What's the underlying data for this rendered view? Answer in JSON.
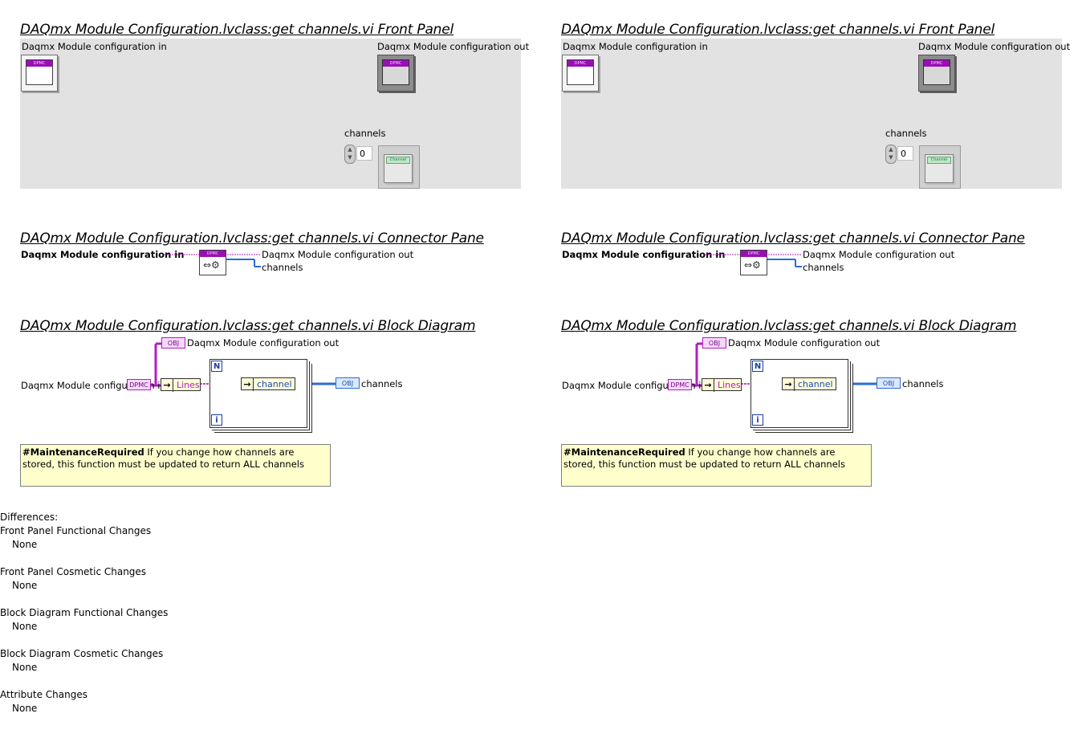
{
  "panels": [
    {
      "id": "left",
      "front_panel": {
        "title": "DAQmx Module Configuration.lvclass:get channels.vi Front Panel",
        "input_label": "Daqmx Module configuration in",
        "output_label": "Daqmx Module configuration out",
        "channels_label": "channels",
        "class_tag": "DPMC",
        "array_index": "0",
        "array_element_tag": "Channel"
      },
      "connector_pane": {
        "title": "DAQmx Module Configuration.lvclass:get channels.vi Connector Pane",
        "input_label": "Daqmx Module configuration in",
        "output_label": "Daqmx Module configuration out",
        "channels_label": "channels",
        "icon_tag": "DPMC"
      },
      "block_diagram": {
        "title": "DAQmx Module Configuration.lvclass:get channels.vi Block Diagram",
        "input_label": "Daqmx Module configuration in",
        "output_label": "Daqmx Module configuration out",
        "channels_label": "channels",
        "obj_tag": "OBJ",
        "in_tag": "DPMC",
        "unbundle_field": "Lines",
        "inner_field": "channel",
        "loop_n": "N",
        "loop_i": "i",
        "note_bold": "#MaintenanceRequired",
        "note_text": " If you change how channels are stored, this function must be updated to return ALL channels"
      }
    },
    {
      "id": "right",
      "front_panel": {
        "title": "DAQmx Module Configuration.lvclass:get channels.vi Front Panel",
        "input_label": "Daqmx Module configuration in",
        "output_label": "Daqmx Module configuration out",
        "channels_label": "channels",
        "class_tag": "DPMC",
        "array_index": "0",
        "array_element_tag": "Channel"
      },
      "connector_pane": {
        "title": "DAQmx Module Configuration.lvclass:get channels.vi Connector Pane",
        "input_label": "Daqmx Module configuration in",
        "output_label": "Daqmx Module configuration out",
        "channels_label": "channels",
        "icon_tag": "DPMC"
      },
      "block_diagram": {
        "title": "DAQmx Module Configuration.lvclass:get channels.vi Block Diagram",
        "input_label": "Daqmx Module configuration in",
        "output_label": "Daqmx Module configuration out",
        "channels_label": "channels",
        "obj_tag": "OBJ",
        "in_tag": "DPMC",
        "unbundle_field": "Lines",
        "inner_field": "channel",
        "loop_n": "N",
        "loop_i": "i",
        "note_bold": "#MaintenanceRequired",
        "note_text": " If you change how channels are stored, this function must be updated to return ALL channels"
      }
    }
  ],
  "differences": {
    "title": "Differences:",
    "items": [
      {
        "heading": "Front Panel Functional Changes",
        "value": "None"
      },
      {
        "heading": "Front Panel Cosmetic Changes",
        "value": "None"
      },
      {
        "heading": "Block Diagram Functional Changes",
        "value": "None"
      },
      {
        "heading": "Block Diagram Cosmetic Changes",
        "value": "None"
      },
      {
        "heading": "Attribute Changes",
        "value": "None"
      }
    ]
  },
  "colors": {
    "class_wire": "#b020c0",
    "array_wire": "#2a6bd8",
    "panel_bg": "#e2e2e2",
    "note_bg": "#ffffcc"
  }
}
